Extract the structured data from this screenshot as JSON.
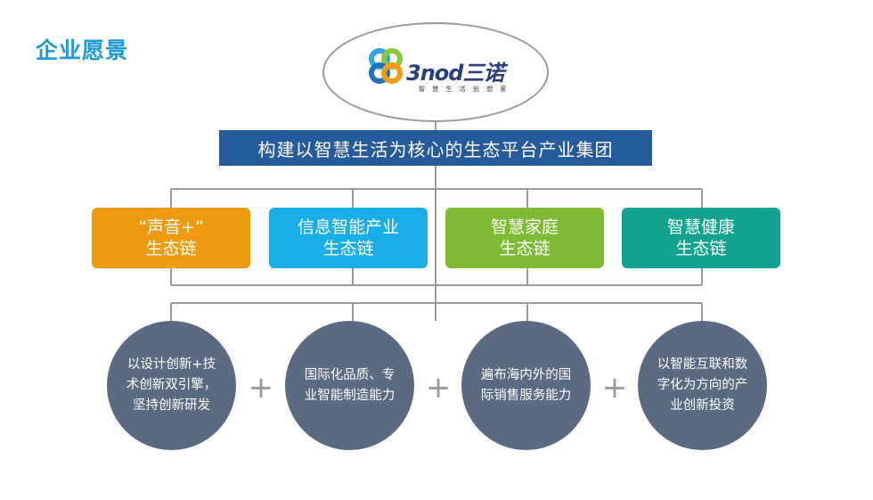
{
  "page_title": "企业愿景",
  "logo": {
    "wordmark": "3nod三诺",
    "tagline": "智 慧 生 活 创 想 家"
  },
  "banner": "构建以智慧生活为核心的生态平台产业集团",
  "chains": [
    {
      "line1": "“声音+”",
      "line2": "生态链",
      "color": "#ee9a0e"
    },
    {
      "line1": "信息智能产业",
      "line2": "生态链",
      "color": "#1aaee8"
    },
    {
      "line1": "智慧家庭",
      "line2": "生态链",
      "color": "#7dbb35"
    },
    {
      "line1": "智慧健康",
      "line2": "生态链",
      "color": "#11a38f"
    }
  ],
  "pillars": [
    {
      "text": "以设计创新+技术创新双引擎，坚持创新研发"
    },
    {
      "text": "国际化品质、专业智能制造能力"
    },
    {
      "text": "遍布海内外的国际销售服务能力"
    },
    {
      "text": "以智能互联和数字化为方向的产业创新投资"
    }
  ],
  "plus_sign": "+",
  "colors": {
    "title": "#1e9ad6",
    "banner": "#255a9b",
    "circle": "#5b6a83",
    "connector": "#9a9a9a"
  }
}
